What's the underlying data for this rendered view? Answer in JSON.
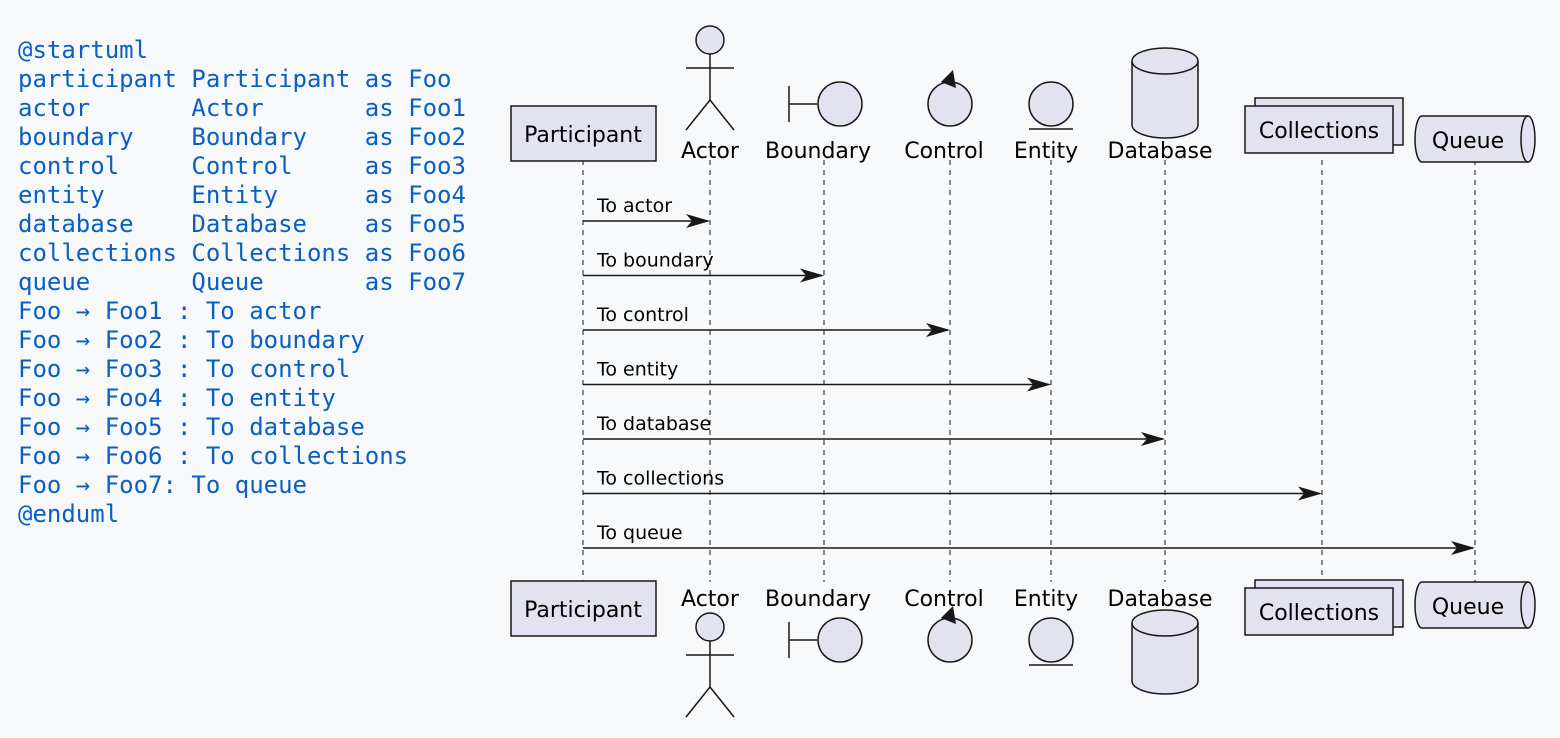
{
  "code": {
    "lines": [
      "@startuml",
      "participant Participant as Foo",
      "actor       Actor       as Foo1",
      "boundary    Boundary    as Foo2",
      "control     Control     as Foo3",
      "entity      Entity      as Foo4",
      "database    Database    as Foo5",
      "collections Collections as Foo6",
      "queue       Queue       as Foo7",
      "Foo → Foo1 : To actor",
      "Foo → Foo2 : To boundary",
      "Foo → Foo3 : To control",
      "Foo → Foo4 : To entity",
      "Foo → Foo5 : To database",
      "Foo → Foo6 : To collections",
      "Foo → Foo7: To queue",
      "@enduml"
    ]
  },
  "diagram": {
    "participants": [
      {
        "id": "Foo",
        "kind": "participant",
        "label": "Participant"
      },
      {
        "id": "Foo1",
        "kind": "actor",
        "label": "Actor"
      },
      {
        "id": "Foo2",
        "kind": "boundary",
        "label": "Boundary"
      },
      {
        "id": "Foo3",
        "kind": "control",
        "label": "Control"
      },
      {
        "id": "Foo4",
        "kind": "entity",
        "label": "Entity"
      },
      {
        "id": "Foo5",
        "kind": "database",
        "label": "Database"
      },
      {
        "id": "Foo6",
        "kind": "collections",
        "label": "Collections"
      },
      {
        "id": "Foo7",
        "kind": "queue",
        "label": "Queue"
      }
    ],
    "messages": [
      {
        "from": "Foo",
        "to": "Foo1",
        "label": "To actor"
      },
      {
        "from": "Foo",
        "to": "Foo2",
        "label": "To boundary"
      },
      {
        "from": "Foo",
        "to": "Foo3",
        "label": "To control"
      },
      {
        "from": "Foo",
        "to": "Foo4",
        "label": "To entity"
      },
      {
        "from": "Foo",
        "to": "Foo5",
        "label": "To database"
      },
      {
        "from": "Foo",
        "to": "Foo6",
        "label": "To collections"
      },
      {
        "from": "Foo",
        "to": "Foo7",
        "label": "To queue"
      }
    ],
    "colors": {
      "shape_fill": "#e2e2f0",
      "stroke": "#181818",
      "code_text": "#0b5fc2",
      "background": "#f6f8fa"
    }
  }
}
